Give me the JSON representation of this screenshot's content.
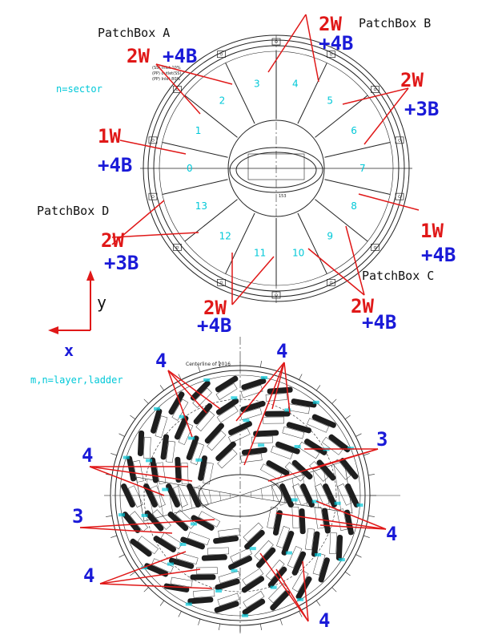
{
  "colors": {
    "red": "#e01818",
    "blue": "#1a1ad8",
    "cyan": "#00c8d8",
    "line": "#222222"
  },
  "top": {
    "patchbox_a": "PatchBox A",
    "patchbox_b": "PatchBox B",
    "patchbox_c": "PatchBox C",
    "patchbox_d": "PatchBox D",
    "sector_note": "n=sector",
    "sectors": [
      "0",
      "1",
      "2",
      "3",
      "4",
      "5",
      "6",
      "7",
      "8",
      "9",
      "10",
      "11",
      "12",
      "13"
    ],
    "callouts": [
      {
        "w": "2W",
        "b": "+4B"
      },
      {
        "w": "2W",
        "b": "+4B"
      },
      {
        "w": "2W",
        "b": "+3B"
      },
      {
        "w": "1W",
        "b": "+4B"
      },
      {
        "w": "1W",
        "b": "+4B"
      },
      {
        "w": "2W",
        "b": "+3B"
      },
      {
        "w": "2W",
        "b": "+4B"
      },
      {
        "w": "2W",
        "b": "+4B"
      }
    ]
  },
  "axes": {
    "y": "y",
    "x": "x"
  },
  "bottom": {
    "layer_note": "m,n=layer,ladder",
    "counts": [
      "4",
      "4",
      "4",
      "3",
      "3",
      "4",
      "4",
      "4"
    ]
  }
}
